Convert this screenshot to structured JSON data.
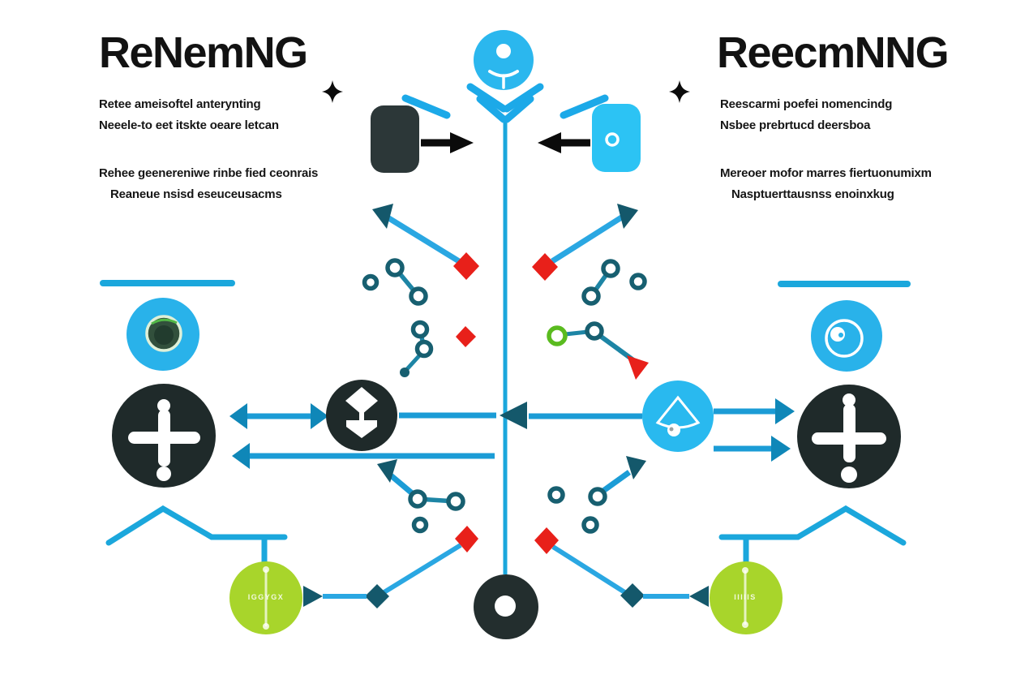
{
  "titles": {
    "left": "ReNemNG",
    "right": "ReecmNNG"
  },
  "left_text": {
    "block1_line1": "Retee ameisoftel anterynting",
    "block1_line2": "Neeele-to eet itskte oeare letcan",
    "block2_line1": "Rehee geenereniwe rinbe fied ceonrais",
    "block2_line2": "Reaneue nsisd eseuceusacms"
  },
  "right_text": {
    "block1_line1": "Reescarmi poefei nomencindg",
    "block1_line2": "Nsbee prebrtucd deersboa",
    "block2_line1": "Mereoer mofor marres fiertuonumixm",
    "block2_line2": "Nasptuerttausnss enoinxkug"
  },
  "green_labels": {
    "left": "IGGYGX",
    "right": "IIIIIS"
  },
  "icons": {
    "top_center": "speaker-pin-icon",
    "left_card": "dark-card",
    "right_card": "cyan-card-with-ring",
    "left_blue_circle": "target-icon",
    "right_blue_circle": "eye-icon",
    "left_dark_circle": "plus-icon",
    "middle_dark_circle": "sort-up-down-icon",
    "right_mid_blue_circle": "fan-icon",
    "right_dark_circle": "plus-icon",
    "bottom_center": "donut-icon"
  },
  "colors": {
    "blue_line": "#1ba7dc",
    "blue_bright": "#2aa7e2",
    "cyan_fill": "#2cc3f4",
    "blue_circle_fill": "#29b2ea",
    "dark_fill": "#1f2a2a",
    "dark_card": "#2c3738",
    "teal_head": "#14586b",
    "dot_ring": "#175f70",
    "red": "#e8201a",
    "green_fill": "#a8d52b",
    "green_ring": "#5abb1f",
    "black": "#0b0b0b"
  }
}
